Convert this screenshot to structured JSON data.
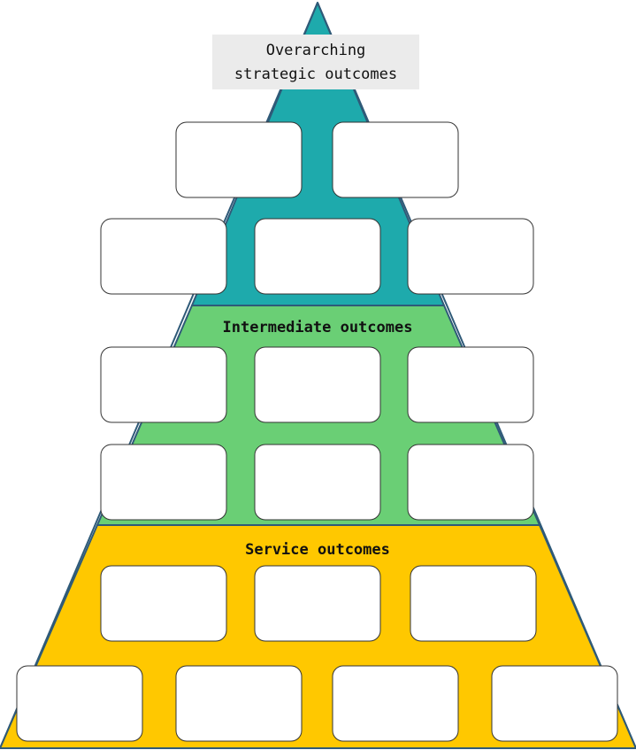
{
  "colors": {
    "top_tier_fill": "#1EAAAC",
    "middle_tier_fill": "#6ACF75",
    "bottom_tier_fill": "#FFC800",
    "outline": "#2F5A78",
    "box_fill": "#FFFFFF",
    "box_stroke": "#333333",
    "title_background": "#EBEBEB"
  },
  "tiers": {
    "top": {
      "title_line1": "Overarching",
      "title_line2": "strategic outcomes"
    },
    "middle": {
      "title": "Intermediate outcomes"
    },
    "bottom": {
      "title": "Service outcomes"
    }
  },
  "boxes": {
    "top": {
      "rows": [
        2,
        3
      ],
      "values": [
        "",
        "",
        "",
        "",
        ""
      ]
    },
    "middle": {
      "rows": [
        3,
        3
      ],
      "values": [
        "",
        "",
        "",
        "",
        "",
        ""
      ]
    },
    "bottom": {
      "rows": [
        3,
        4
      ],
      "values": [
        "",
        "",
        "",
        "",
        "",
        "",
        ""
      ]
    }
  }
}
